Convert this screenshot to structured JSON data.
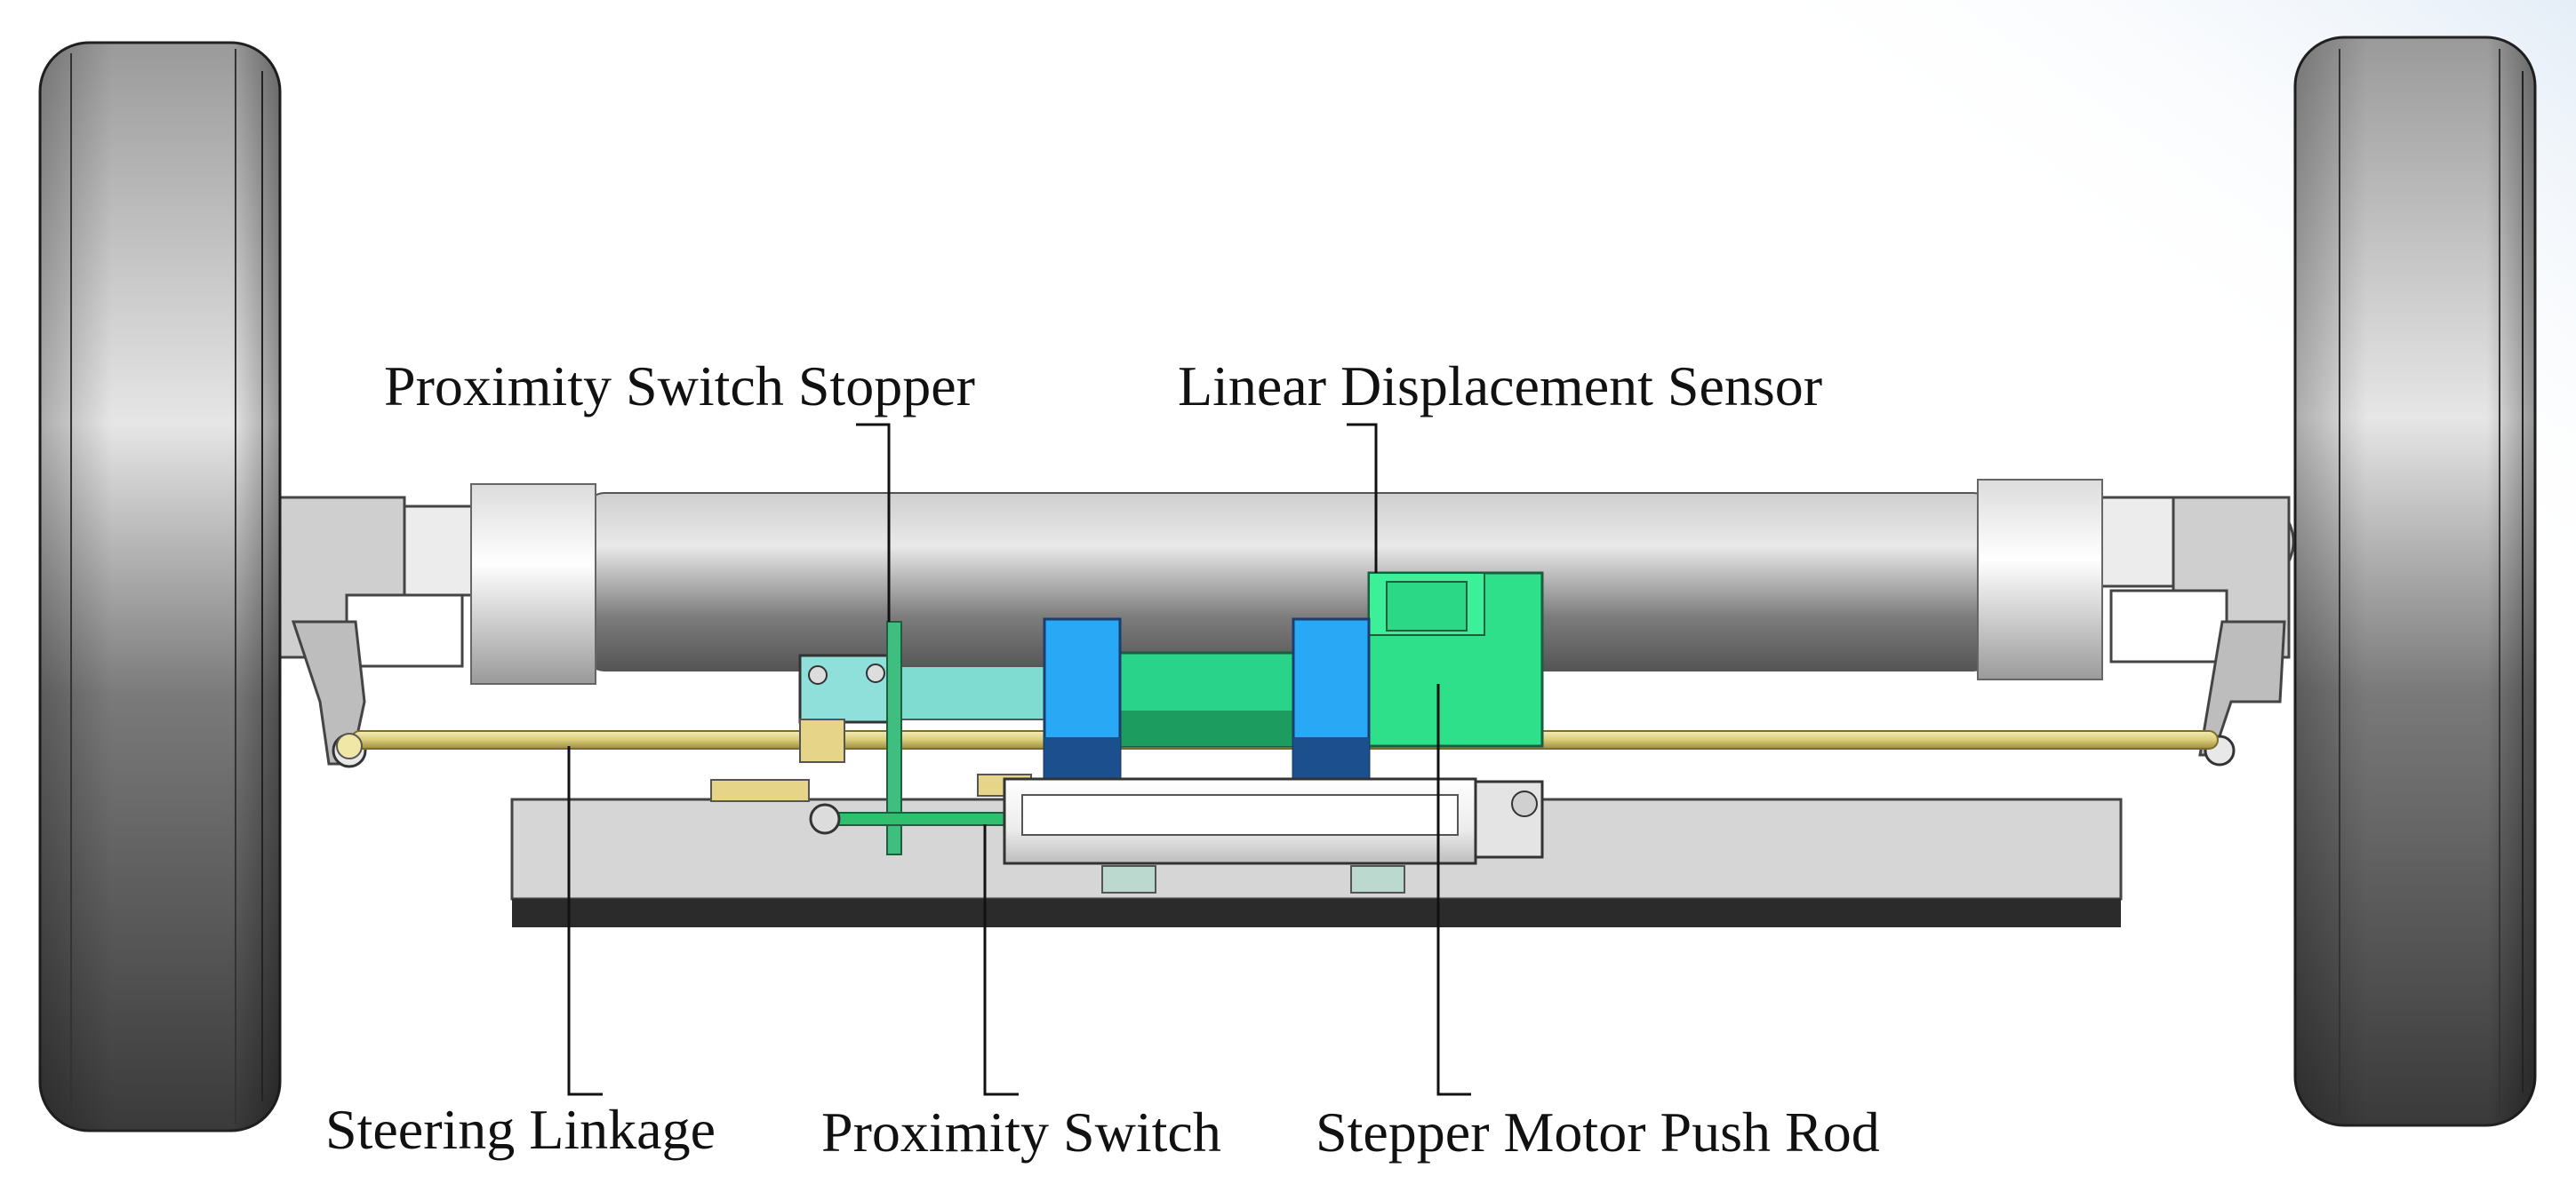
{
  "labels": {
    "proximity_switch_stopper": "Proximity Switch Stopper",
    "linear_displacement_sensor": "Linear Displacement Sensor",
    "steering_linkage": "Steering Linkage",
    "proximity_switch": "Proximity Switch",
    "stepper_motor_push_rod": "Stepper Motor Push Rod"
  },
  "colors": {
    "tire": "#5e5e5e",
    "axle": "#8c8c8c",
    "linkage": "#d9cc7a",
    "motor": "#2ee08a",
    "sensor_body": "#f2f2f2",
    "blue_clamp": "#29a8f5",
    "stopper": "#7fdcd0",
    "base_plate": "#d6d6d6"
  }
}
